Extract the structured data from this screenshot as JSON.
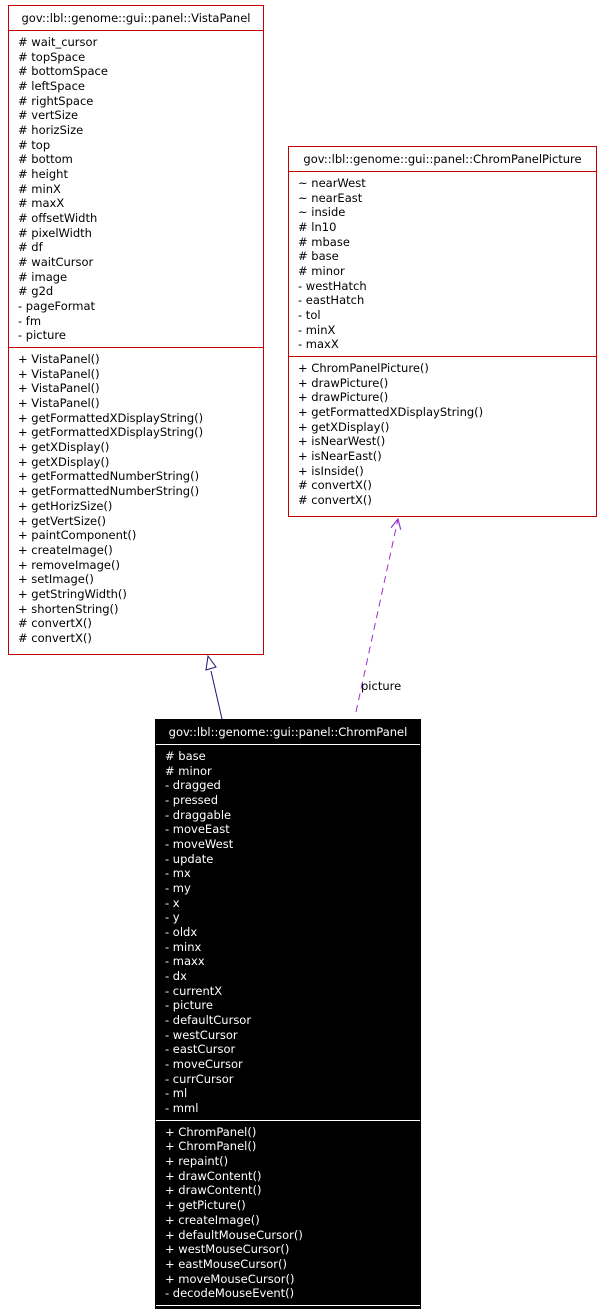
{
  "classes": {
    "vista_panel": {
      "title": "gov::lbl::genome::gui::panel::VistaPanel",
      "attributes": [
        "# wait_cursor",
        "# topSpace",
        "# bottomSpace",
        "# leftSpace",
        "# rightSpace",
        "# vertSize",
        "# horizSize",
        "# top",
        "# bottom",
        "# height",
        "# minX",
        "# maxX",
        "# offsetWidth",
        "# pixelWidth",
        "# df",
        "# waitCursor",
        "# image",
        "# g2d",
        "- pageFormat",
        "- fm",
        "- picture"
      ],
      "methods": [
        "+ VistaPanel()",
        "+ VistaPanel()",
        "+ VistaPanel()",
        "+ VistaPanel()",
        "+ getFormattedXDisplayString()",
        "+ getFormattedXDisplayString()",
        "+ getXDisplay()",
        "+ getXDisplay()",
        "+ getFormattedNumberString()",
        "+ getFormattedNumberString()",
        "+ getHorizSize()",
        "+ getVertSize()",
        "+ paintComponent()",
        "+ createImage()",
        "+ removeImage()",
        "+ setImage()",
        "+ getStringWidth()",
        "+ shortenString()",
        "# convertX()",
        "# convertX()"
      ]
    },
    "chrom_panel_picture": {
      "title": "gov::lbl::genome::gui::panel::ChromPanelPicture",
      "attributes": [
        "~ nearWest",
        "~ nearEast",
        "~ inside",
        "# ln10",
        "# mbase",
        "# base",
        "# minor",
        "- westHatch",
        "- eastHatch",
        "- tol",
        "- minX",
        "- maxX"
      ],
      "methods": [
        "+ ChromPanelPicture()",
        "+ drawPicture()",
        "+ drawPicture()",
        "+ getFormattedXDisplayString()",
        "+ getXDisplay()",
        "+ isNearWest()",
        "+ isNearEast()",
        "+ isInside()",
        "# convertX()",
        "# convertX()"
      ]
    },
    "chrom_panel": {
      "title": "gov::lbl::genome::gui::panel::ChromPanel",
      "attributes": [
        "# base",
        "# minor",
        "- dragged",
        "- pressed",
        "- draggable",
        "- moveEast",
        "- moveWest",
        "- update",
        "- mx",
        "- my",
        "- x",
        "- y",
        "- oldx",
        "- minx",
        "- maxx",
        "- dx",
        "- currentX",
        "- picture",
        "- defaultCursor",
        "- westCursor",
        "- eastCursor",
        "- moveCursor",
        "- currCursor",
        "- ml",
        "- mml"
      ],
      "methods": [
        "+ ChromPanel()",
        "+ ChromPanel()",
        "+ repaint()",
        "+ drawContent()",
        "+ drawContent()",
        "+ getPicture()",
        "+ createImage()",
        "+ defaultMouseCursor()",
        "+ westMouseCursor()",
        "+ eastMouseCursor()",
        "+ moveMouseCursor()",
        "- decodeMouseEvent()"
      ]
    }
  },
  "relations": {
    "inheritance": {
      "from": "ChromPanel",
      "to": "VistaPanel"
    },
    "usage": {
      "from": "ChromPanel",
      "to": "ChromPanelPicture",
      "label": "picture"
    }
  },
  "colors": {
    "class_border": "#c00000",
    "focus_fill": "#000000",
    "focus_text": "#ffffff",
    "inheritance_edge": "#191970",
    "usage_edge": "#9a32cd"
  }
}
